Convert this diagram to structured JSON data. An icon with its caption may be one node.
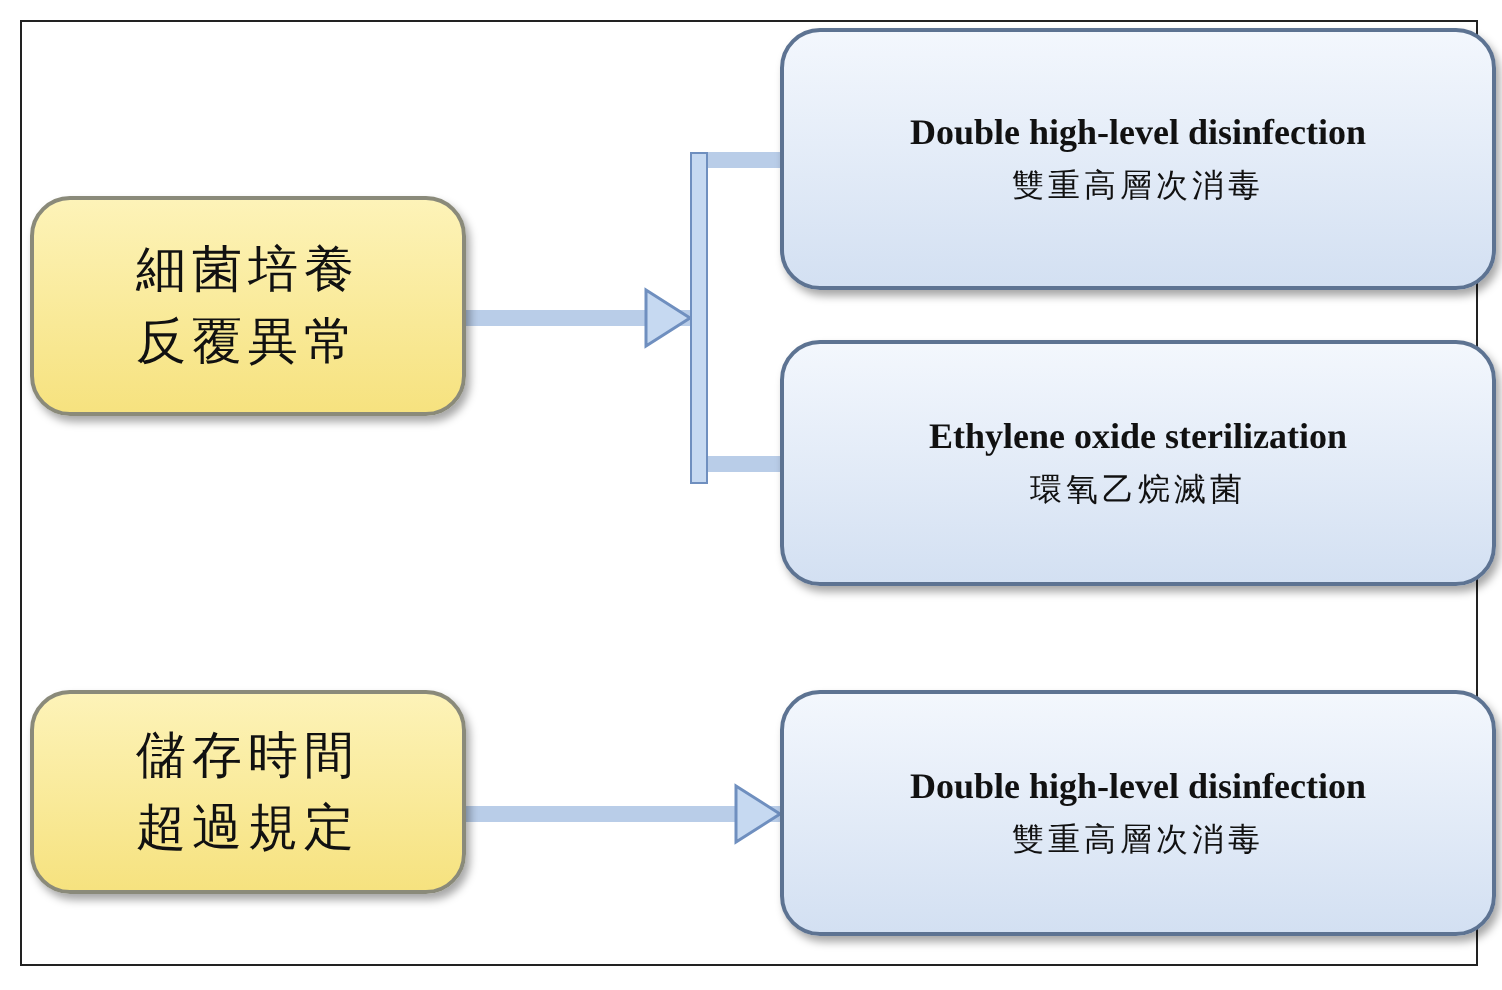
{
  "diagram": {
    "nodes": [
      {
        "text": [
          "細菌培養反覆異常"
        ]
      },
      {
        "text": [
          "Double high-level disinfection",
          "雙重高層次消毒"
        ]
      },
      {
        "text": [
          "Ethylene oxide sterilization",
          "環氧乙烷滅菌"
        ]
      },
      {
        "text": [
          "儲存時間超過規定"
        ]
      },
      {
        "text": [
          "Double high-level disinfection",
          "雙重高層次消毒"
        ]
      },
      {
        "text": [],
        "shape": "bracket"
      }
    ],
    "edges": [
      {
        "from": 0,
        "to": 5,
        "arrow": "to"
      },
      {
        "from": 5,
        "to": 1,
        "arrow": "none"
      },
      {
        "from": 5,
        "to": 2,
        "arrow": "none"
      },
      {
        "from": 3,
        "to": 4,
        "arrow": "to"
      }
    ]
  }
}
